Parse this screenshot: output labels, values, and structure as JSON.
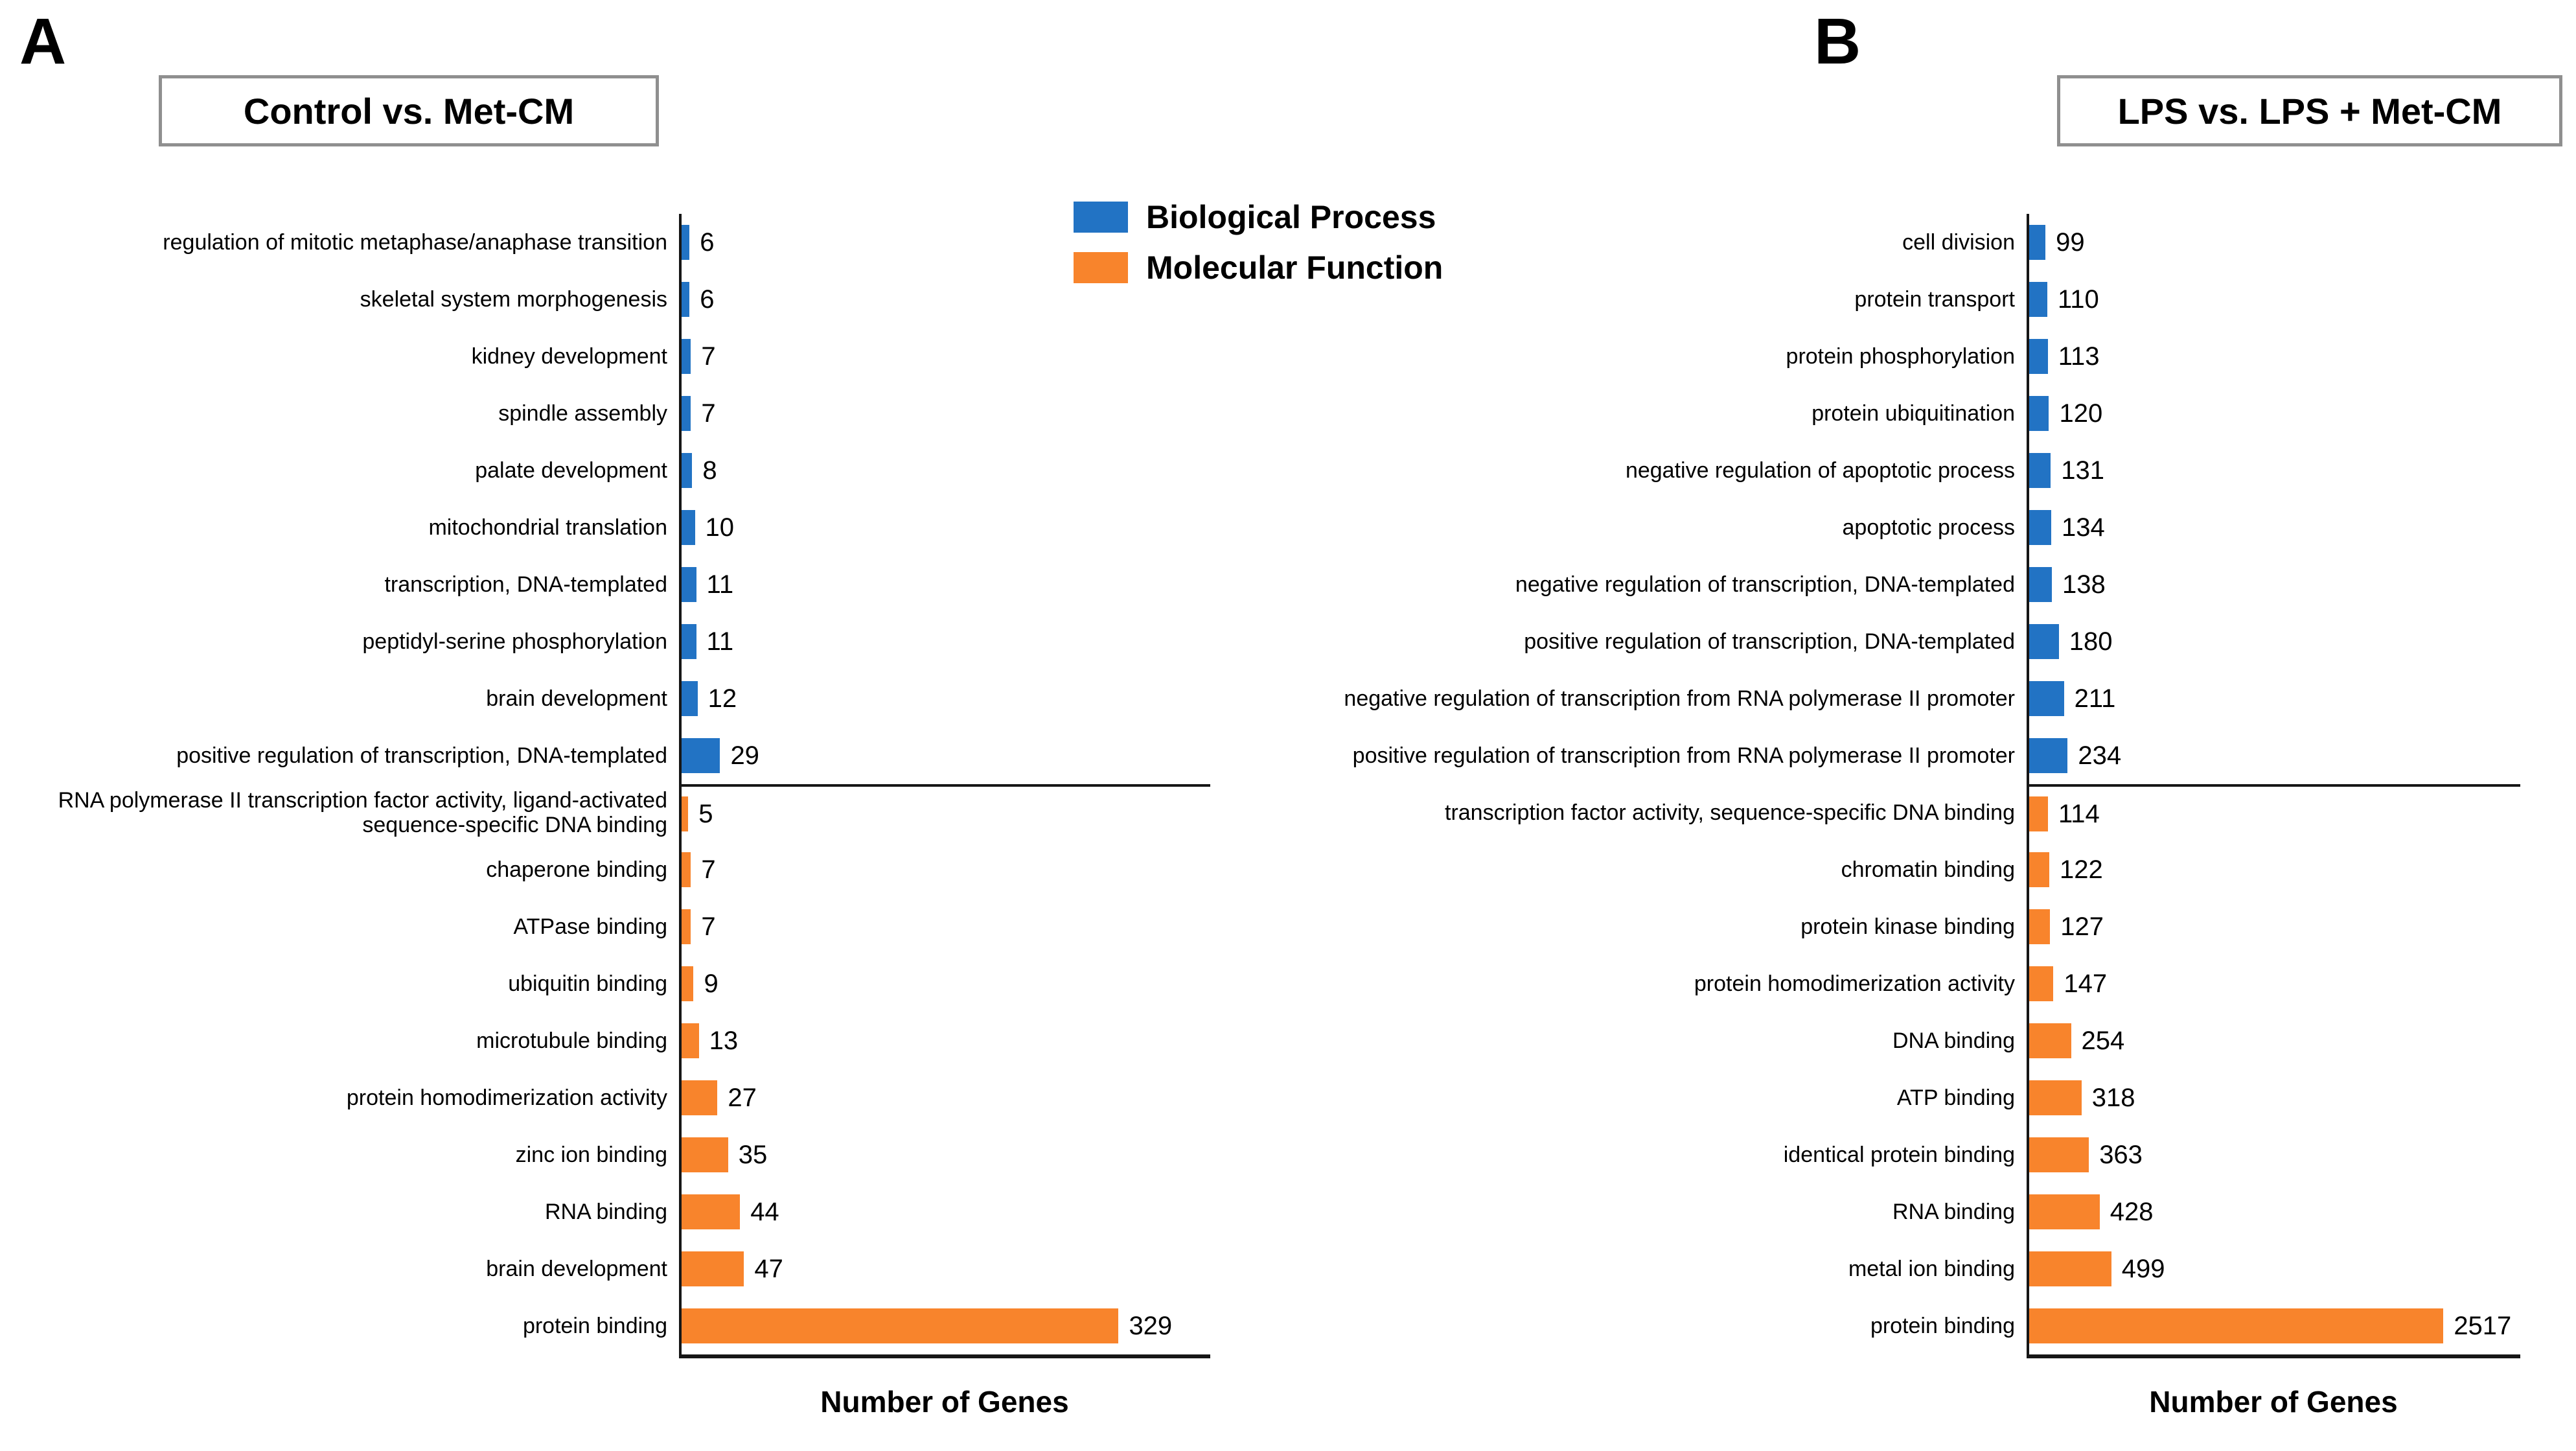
{
  "legend": {
    "items": [
      {
        "label": "Biological Process",
        "color": "#2273C4"
      },
      {
        "label": "Molecular Function",
        "color": "#F8842C"
      }
    ]
  },
  "chart_data": [
    {
      "type": "bar",
      "orientation": "horizontal",
      "panel_letter": "A",
      "title": "Control vs. Met-CM",
      "xlabel": "Number of Genes",
      "xlim": [
        0,
        400
      ],
      "grid": false,
      "legend_position": "top-center-between-panels",
      "groups": [
        {
          "name": "Biological Process",
          "color": "#2273C4",
          "items": [
            {
              "label": "regulation of mitotic metaphase/anaphase transition",
              "value": 6
            },
            {
              "label": "skeletal system morphogenesis",
              "value": 6
            },
            {
              "label": "kidney development",
              "value": 7
            },
            {
              "label": "spindle assembly",
              "value": 7
            },
            {
              "label": "palate development",
              "value": 8
            },
            {
              "label": "mitochondrial translation",
              "value": 10
            },
            {
              "label": "transcription, DNA-templated",
              "value": 11
            },
            {
              "label": "peptidyl-serine phosphorylation",
              "value": 11
            },
            {
              "label": "brain development",
              "value": 12
            },
            {
              "label": "positive regulation of transcription, DNA-templated",
              "value": 29
            }
          ]
        },
        {
          "name": "Molecular Function",
          "color": "#F8842C",
          "items": [
            {
              "label": "RNA polymerase II transcription factor activity, ligand-activated sequence-specific DNA binding",
              "value": 5
            },
            {
              "label": "chaperone binding",
              "value": 7
            },
            {
              "label": "ATPase binding",
              "value": 7
            },
            {
              "label": "ubiquitin binding",
              "value": 9
            },
            {
              "label": "microtubule binding",
              "value": 13
            },
            {
              "label": "protein homodimerization activity",
              "value": 27
            },
            {
              "label": "zinc ion binding",
              "value": 35
            },
            {
              "label": "RNA binding",
              "value": 44
            },
            {
              "label": "brain development",
              "value": 47
            },
            {
              "label": "protein binding",
              "value": 329
            }
          ]
        }
      ]
    },
    {
      "type": "bar",
      "orientation": "horizontal",
      "panel_letter": "B",
      "title": "LPS vs. LPS + Met-CM",
      "xlabel": "Number of Genes",
      "xlim": [
        0,
        3000
      ],
      "grid": false,
      "groups": [
        {
          "name": "Biological Process",
          "color": "#2273C4",
          "items": [
            {
              "label": "cell division",
              "value": 99
            },
            {
              "label": "protein transport",
              "value": 110
            },
            {
              "label": "protein phosphorylation",
              "value": 113
            },
            {
              "label": "protein ubiquitination",
              "value": 120
            },
            {
              "label": "negative regulation of apoptotic process",
              "value": 131
            },
            {
              "label": "apoptotic process",
              "value": 134
            },
            {
              "label": "negative regulation of transcription, DNA-templated",
              "value": 138
            },
            {
              "label": "positive regulation of transcription, DNA-templated",
              "value": 180
            },
            {
              "label": "negative regulation of transcription from RNA polymerase II promoter",
              "value": 211
            },
            {
              "label": "positive regulation of transcription from RNA polymerase II promoter",
              "value": 234
            }
          ]
        },
        {
          "name": "Molecular Function",
          "color": "#F8842C",
          "items": [
            {
              "label": "transcription factor activity, sequence-specific DNA binding",
              "value": 114
            },
            {
              "label": "chromatin binding",
              "value": 122
            },
            {
              "label": "protein kinase binding",
              "value": 127
            },
            {
              "label": "protein homodimerization activity",
              "value": 147
            },
            {
              "label": "DNA binding",
              "value": 254
            },
            {
              "label": "ATP binding",
              "value": 318
            },
            {
              "label": "identical protein binding",
              "value": 363
            },
            {
              "label": "RNA binding",
              "value": 428
            },
            {
              "label": "metal ion binding",
              "value": 499
            },
            {
              "label": "protein binding",
              "value": 2517
            }
          ]
        }
      ]
    }
  ]
}
